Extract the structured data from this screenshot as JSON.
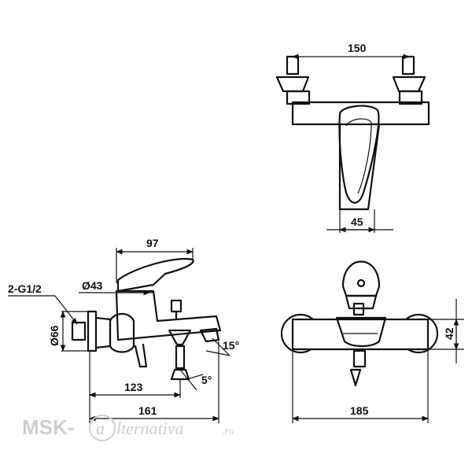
{
  "dimensions": {
    "top_width": "150",
    "spout_width": "45",
    "handle_length": "97",
    "handle_diameter": "Ø43",
    "thread": "2-G1/2",
    "flange_diameter": "Ø66",
    "angle_15": "15°",
    "angle_5": "5°",
    "len_123": "123",
    "len_161": "161",
    "front_width": "185",
    "front_height": "42"
  },
  "watermark": {
    "prefix": "MSK-",
    "letter": "a",
    "suffix": "lternativa",
    "domain": ".ru"
  }
}
